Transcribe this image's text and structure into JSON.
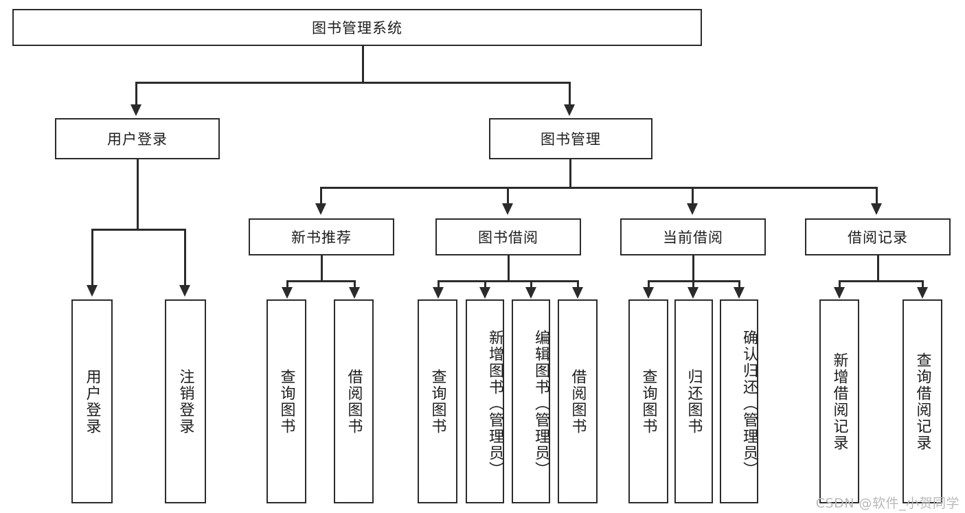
{
  "diagram": {
    "title": "图书管理系统",
    "watermark": "CSDN @软件_小贺同学",
    "level1": {
      "root": "图书管理系统"
    },
    "level2": [
      {
        "id": "user-login",
        "label": "用户登录"
      },
      {
        "id": "book-manage",
        "label": "图书管理"
      }
    ],
    "level3": [
      {
        "id": "new-book-rec",
        "label": "新书推荐"
      },
      {
        "id": "book-borrow",
        "label": "图书借阅"
      },
      {
        "id": "current-borrow",
        "label": "当前借阅"
      },
      {
        "id": "borrow-record",
        "label": "借阅记录"
      }
    ],
    "leaves": {
      "user_login": [
        {
          "id": "leaf-user-login",
          "label": "用户登录"
        },
        {
          "id": "leaf-logout",
          "label": "注销登录"
        }
      ],
      "new_book_rec": [
        {
          "id": "leaf-query-book-1",
          "label": "查询图书"
        },
        {
          "id": "leaf-borrow-book-1",
          "label": "借阅图书"
        }
      ],
      "book_borrow": [
        {
          "id": "leaf-query-book-2",
          "label": "查询图书"
        },
        {
          "id": "leaf-add-book",
          "label": "新增图书（管理员）"
        },
        {
          "id": "leaf-edit-book",
          "label": "编辑图书（管理员）"
        },
        {
          "id": "leaf-borrow-book-2",
          "label": "借阅图书"
        }
      ],
      "current_borrow": [
        {
          "id": "leaf-query-book-3",
          "label": "查询图书"
        },
        {
          "id": "leaf-return-book",
          "label": "归还图书"
        },
        {
          "id": "leaf-confirm-return",
          "label": "确认归还（管理员）"
        }
      ],
      "borrow_record": [
        {
          "id": "leaf-add-record",
          "label": "新增借阅记录"
        },
        {
          "id": "leaf-query-record",
          "label": "查询借阅记录"
        }
      ]
    },
    "colors": {
      "stroke": "#2b2b2b",
      "text": "#1d1d1d",
      "background": "#ffffff",
      "watermark": "#b9b9b9"
    }
  }
}
